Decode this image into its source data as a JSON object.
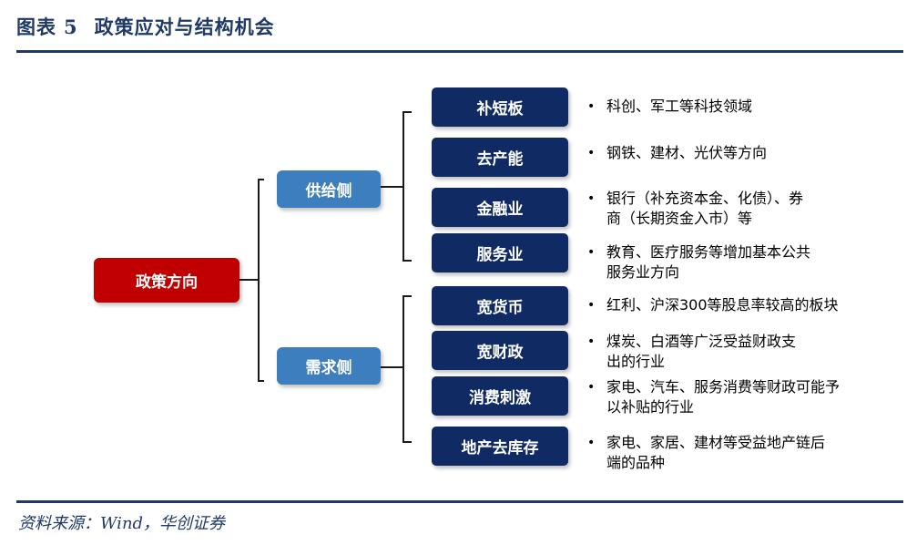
{
  "header": {
    "label": "图表",
    "number": "5",
    "title": "政策应对与结构机会"
  },
  "diagram": {
    "root": "政策方向",
    "branches": [
      {
        "label": "供给侧",
        "items": [
          {
            "label": "补短板",
            "desc": "科创、军工等科技领域"
          },
          {
            "label": "去产能",
            "desc": "钢铁、建材、光伏等方向"
          },
          {
            "label": "金融业",
            "desc": "银行（补充资本金、化债）、券\n商（长期资金入市）等"
          },
          {
            "label": "服务业",
            "desc": "教育、医疗服务等增加基本公共\n服务业方向"
          }
        ]
      },
      {
        "label": "需求侧",
        "items": [
          {
            "label": "宽货币",
            "desc": "红利、沪深300等股息率较高的板块"
          },
          {
            "label": "宽财政",
            "desc": "煤炭、白酒等广泛受益财政支\n出的行业"
          },
          {
            "label": "消费刺激",
            "desc": "家电、汽车、服务消费等财政可能予\n以补贴的行业"
          },
          {
            "label": "地产去库存",
            "desc": "家电、家居、建材等受益地产链后\n端的品种"
          }
        ]
      }
    ],
    "bullet": "•"
  },
  "footer": {
    "source": "资料来源：Wind，华创证券"
  },
  "colors": {
    "title": "#1f3a68",
    "root": "#c00000",
    "branch": "#3d7ebf",
    "leaf": "#102a63",
    "connector": "#1a1a1a"
  }
}
